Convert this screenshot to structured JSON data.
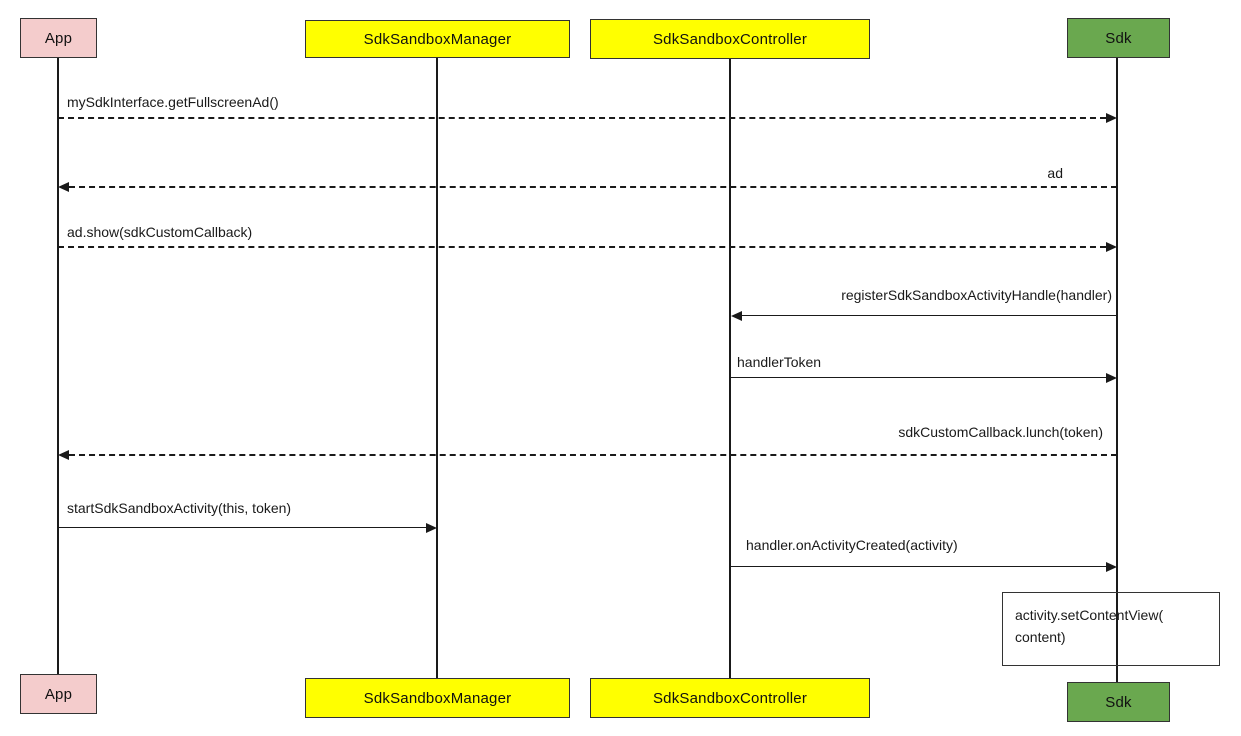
{
  "diagram": {
    "type": "uml-sequence-diagram",
    "background": "#ffffff"
  },
  "participants": [
    {
      "name": "App",
      "fill": "#f4cccc"
    },
    {
      "name": "SdkSandboxManager",
      "fill": "#ffff00"
    },
    {
      "name": "SdkSandboxController",
      "fill": "#ffff00"
    },
    {
      "name": "Sdk",
      "fill": "#6aa84f"
    }
  ],
  "messages": [
    {
      "label": "mySdkInterface.getFullscreenAd()",
      "from": "App",
      "to": "Sdk",
      "line_style": "dashed"
    },
    {
      "label": "ad",
      "from": "Sdk",
      "to": "App",
      "line_style": "dashed"
    },
    {
      "label": "ad.show(sdkCustomCallback)",
      "from": "App",
      "to": "Sdk",
      "line_style": "dashed"
    },
    {
      "label": "registerSdkSandboxActivityHandle(handler)",
      "from": "Sdk",
      "to": "SdkSandboxController",
      "line_style": "solid"
    },
    {
      "label": "handlerToken",
      "from": "SdkSandboxController",
      "to": "Sdk",
      "line_style": "solid"
    },
    {
      "label": "sdkCustomCallback.lunch(token)",
      "from": "Sdk",
      "to": "App",
      "line_style": "dashed"
    },
    {
      "label": "startSdkSandboxActivity(this, token)",
      "from": "App",
      "to": "SdkSandboxManager",
      "line_style": "solid"
    },
    {
      "label": "handler.onActivityCreated(activity)",
      "from": "SdkSandboxController",
      "to": "Sdk",
      "line_style": "solid"
    }
  ],
  "note": {
    "lines": [
      "activity.setContentView(",
      "content)"
    ]
  },
  "colors": {
    "app_fill": "#f4cccc",
    "manager_fill": "#ffff00",
    "controller_fill": "#6aa84f",
    "line": "#1a1a1a",
    "border": "#333333"
  }
}
